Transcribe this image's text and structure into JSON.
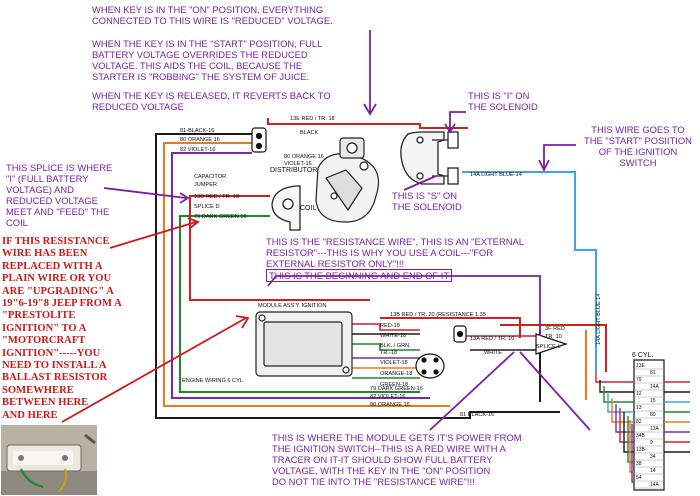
{
  "annotations": {
    "key_on": [
      "WHEN KEY IS IN THE \"ON\" POSITION, EVERYTHING",
      "CONNECTED TO THIS WIRE IS \"REDUCED\" VOLTAGE."
    ],
    "key_start": [
      "WHEN THE KEY IS IN THE \"START\" POSITION, FULL",
      "BATTERY VOLTAGE OVERRIDES THE REDUCED",
      "VOLTAGE. THIS AIDS THE COIL, BECAUSE THE",
      "STARTER IS \"ROBBING\" THE SYSTEM OF JUICE."
    ],
    "key_released": [
      "WHEN THE KEY IS RELEASED, IT REVERTS BACK TO",
      "REDUCED VOLTAGE"
    ],
    "i_solenoid": [
      "THIS IS \"I\" ON",
      "THE SOLENOID"
    ],
    "s_solenoid": [
      "THIS IS \"S\" ON",
      "THE SOLENOID"
    ],
    "start_wire": [
      "THIS WIRE GOES TO",
      "THE \"START\" POSIITION",
      "OF THE IGNITION",
      "SWITCH"
    ],
    "splice": [
      "THIS SPLICE IS WHERE",
      "\"I\" (FULL BATTERY",
      "VOLTAGE) AND",
      "REDUCED VOLTAGE",
      "MEET AND \"FEED\" THE",
      "COIL"
    ],
    "resistance_wire": [
      "THIS IS THE \"RESISTANCE WIRE\", THIS IS AN \"EXTERNAL",
      "RESISTOR\"---THIS IS WHY YOU USE A COIL---\"FOR",
      "EXTERNAL RESISTOR ONLY\"!!!"
    ],
    "beginning_end": "THIS IS THE BEGINNING AND END OF IT",
    "upgrade_warning": [
      "IF THIS RESISTANCE",
      "WIRE HAS BEEN",
      "REPLACED WITH A",
      "PLAIN WIRE OR YOU",
      "ARE \"UPGRADING\" A",
      "19\"6-19\"8 JEEP FROM A",
      "\"PRESTOLITE",
      "IGNITION\" TO A",
      "\"MOTORCRAFT",
      "IGNITION\"-----YOU",
      "NEED TO INSTALL A",
      "BALLAST RESISTOR",
      "SOMEWHERE",
      "BETWEEN HERE",
      "AND HERE"
    ],
    "module_power": [
      "THIS IS WHERE THE MODULE GETS IT'S POWER FROM",
      "THE IGNITION SWITCH--THIS IS A RED WIRE WITH A",
      "TRACER ON IT-IT SHOULD SHOW FULL BATTERY",
      "VOLTAGE, WITH THE KEY IN THE \"ON\" POSITION",
      "DO NOT TIE INTO THE \"RESISTANCE WIRE\"!!!"
    ]
  },
  "wire_labels": {
    "w81_black": "81-BLACK-16",
    "w80_orange": "80 ORANGE 16",
    "w82_violet": "82 VIOLET-16",
    "w13e_red": "13E RED / TR. 18",
    "black": "BLACK",
    "w80_orange_b": "80 ORANGE 16",
    "violet16": "VIOLET-16",
    "capacitor": "CAPACITOR",
    "jumper": "JUMPER",
    "w13d_red": "13D RED / TR. 18",
    "splice_d": "SPLICE D",
    "w79_dkgreen": "79 DARK GREEN 16",
    "w14a_ltblue": "14A LIGHT BLUE-14",
    "ltblue_vert": "14A LIGHT BLUE 14",
    "module_label": "MODULE ASS'Y. IGNITION",
    "w13b": "13B RED / TR. 20 (RESISTANCE 1.35",
    "red18": "RED-18",
    "white18": "WHITE-18",
    "blkgrn": "BLK. / GRN.",
    "tr18": "TR.-18",
    "violet18": "VIOLET-18",
    "orange18": "ORANGE-18",
    "green18": "GREEN-18",
    "w13a": "13A RED / TR. 10",
    "white": "WHITE",
    "w3f": "3F RED",
    "tr10": "TR. 10",
    "splice_l": "SPLICE L",
    "engine_wiring": "ENGINE WIRING 6 CYL.",
    "w79_bottom": "79 DARK GREEN-16",
    "w82_bottom": "82 VIOLET-16",
    "w80_bottom": "80 ORANGE 16",
    "w81_bottom": "81 BLACK-16"
  },
  "components": {
    "distributor": "DISTRIBUTOR",
    "coil": "COIL",
    "cyl6": "6 CYL."
  },
  "connector_pins": [
    "13E",
    "81",
    "79",
    "14A",
    "12",
    "15",
    "13",
    "80",
    "82",
    "13A",
    "34B",
    "9",
    "13B",
    "34",
    "38",
    "14",
    "54",
    "14A"
  ],
  "colors": {
    "annotation": "#7a1fa2",
    "warning": "#d01818",
    "wire_black": "#1a1a1a",
    "wire_orange": "#e87a1a",
    "wire_violet": "#7a2aa8",
    "wire_red": "#d02020",
    "wire_green": "#1c8a2a",
    "wire_lightblue": "#3aa6e8"
  }
}
